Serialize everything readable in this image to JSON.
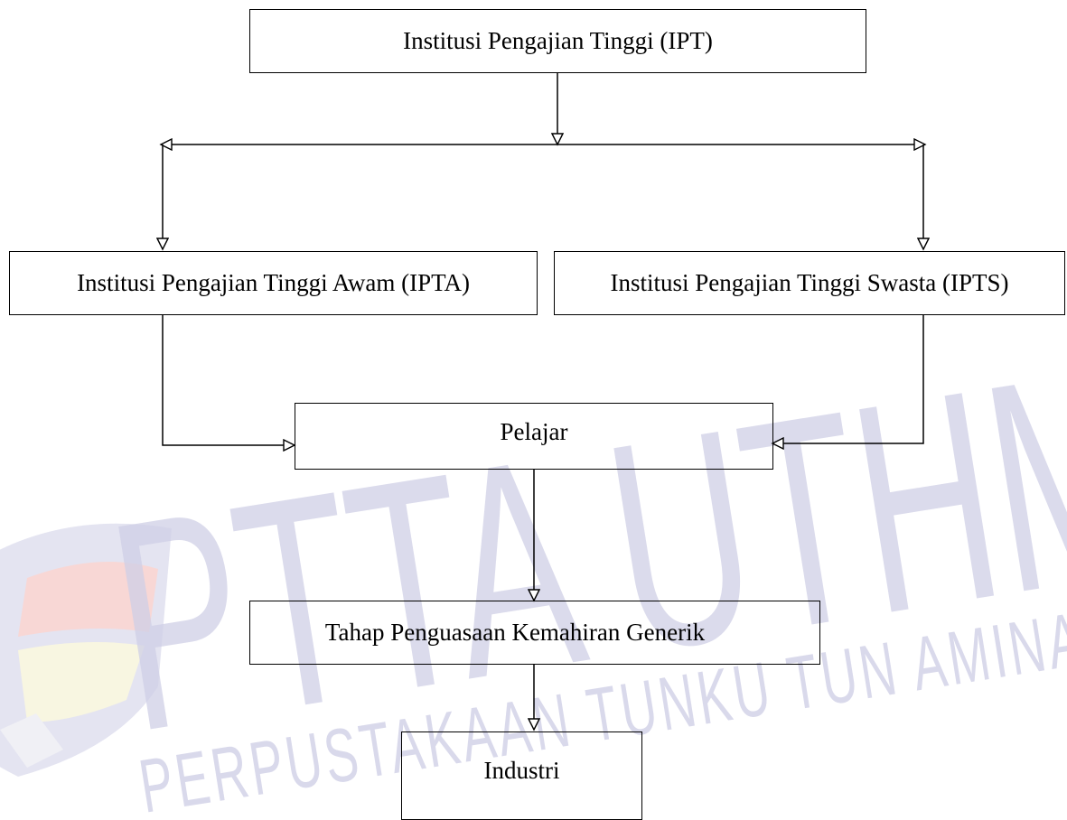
{
  "nodes": {
    "ipt": "Institusi Pengajian Tinggi (IPT)",
    "ipta": "Institusi Pengajian Tinggi Awam (IPTA)",
    "ipts": "Institusi Pengajian Tinggi Swasta (IPTS)",
    "pelajar": "Pelajar",
    "tahap": "Tahap Penguasaan Kemahiran Generik",
    "industri": "Industri"
  },
  "watermark": {
    "title": "PTTA UTHM",
    "subtitle": "PERPUSTAKAAN TUNKU TUN AMINAH",
    "color": "#cfcfe6"
  },
  "edges": [
    [
      "ipt",
      "ipta"
    ],
    [
      "ipt",
      "ipts"
    ],
    [
      "ipta",
      "pelajar"
    ],
    [
      "ipts",
      "pelajar"
    ],
    [
      "pelajar",
      "tahap"
    ],
    [
      "tahap",
      "industri"
    ]
  ]
}
